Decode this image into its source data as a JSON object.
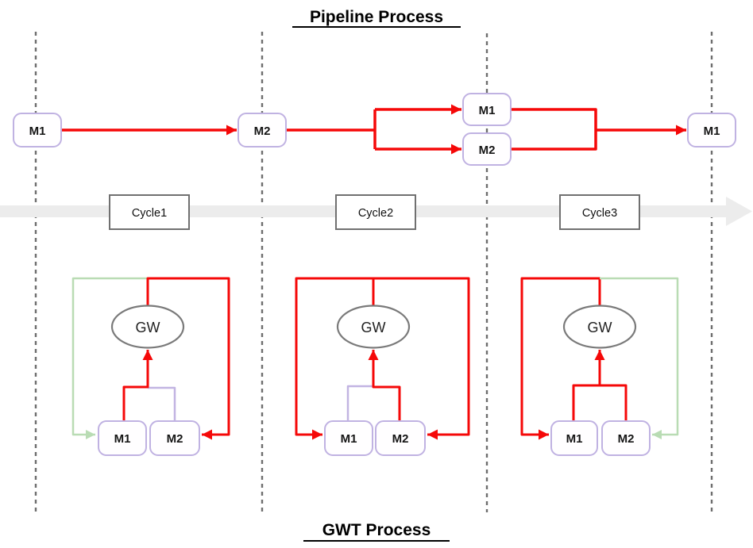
{
  "titles": {
    "top": "Pipeline Process",
    "bottom": "GWT Process"
  },
  "pipeline": {
    "start": "M1",
    "second": "M2",
    "parallel_top": "M1",
    "parallel_bottom": "M2",
    "end": "M1"
  },
  "timeline": {
    "cycles": [
      {
        "label": "Cycle1"
      },
      {
        "label": "Cycle2"
      },
      {
        "label": "Cycle3"
      }
    ]
  },
  "gwt": {
    "cycles": [
      {
        "gateway": "GW",
        "m1": "M1",
        "m2": "M2"
      },
      {
        "gateway": "GW",
        "m1": "M1",
        "m2": "M2"
      },
      {
        "gateway": "GW",
        "m1": "M1",
        "m2": "M2"
      }
    ]
  },
  "colors": {
    "flow_red": "#f50808",
    "flow_green": "#b9dcb4",
    "node_border_purple": "#c0b2e2",
    "gateway_border_gray": "#7a7a7a",
    "cycle_border_gray": "#707070",
    "timeline_band_gray": "#ececec",
    "dashed_line_gray": "#6e6e6e",
    "text_black": "#000000"
  }
}
